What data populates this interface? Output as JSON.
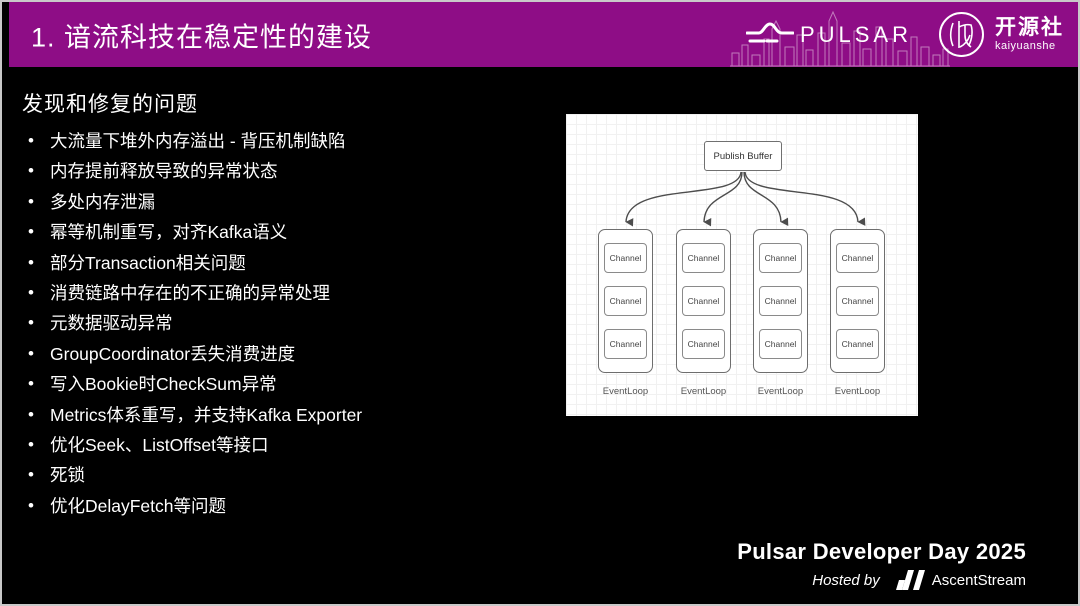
{
  "header": {
    "title": "1. 谙流科技在稳定性的建设",
    "pulsar_wordmark": "PULSAR",
    "kaiyuanshe_zh": "开源社",
    "kaiyuanshe_en": "kaiyuanshe"
  },
  "colors": {
    "header_purple": "#8E0D86",
    "slide_background": "#000000",
    "diagram_background": "#ffffff"
  },
  "content": {
    "heading": "发现和修复的问题",
    "bullets": [
      "大流量下堆外内存溢出 - 背压机制缺陷",
      "内存提前释放导致的异常状态",
      "多处内存泄漏",
      "幂等机制重写，对齐Kafka语义",
      "部分Transaction相关问题",
      "消费链路中存在的不正确的异常处理",
      "元数据驱动异常",
      "GroupCoordinator丢失消费进度",
      "写入Bookie时CheckSum异常",
      "Metrics体系重写，并支持Kafka Exporter",
      "优化Seek、ListOffset等接口",
      "死锁",
      "优化DelayFetch等问题"
    ]
  },
  "diagram": {
    "publish_buffer_label": "Publish Buffer",
    "channel_label": "Channel",
    "eventloop_label": "EventLoop",
    "columns": 4,
    "channels_per_column": 3
  },
  "footer": {
    "event_title": "Pulsar Developer Day 2025",
    "hosted_by": "Hosted by",
    "host_name": "AscentStream"
  }
}
